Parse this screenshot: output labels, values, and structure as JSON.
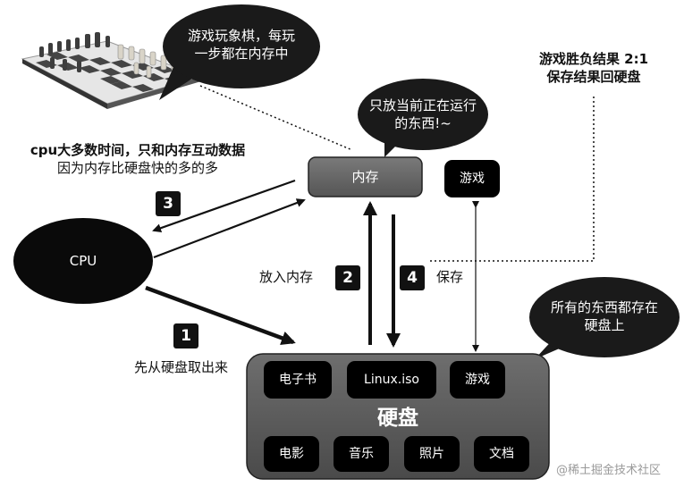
{
  "bubbles": {
    "chess": [
      "游戏玩象棋，每玩",
      "一步都在内存中"
    ],
    "memory_note": [
      "只放当前正在运行",
      "的东西!~"
    ],
    "disk_note": [
      "所有的东西都存在",
      "硬盘上"
    ]
  },
  "notes": {
    "game_result": [
      "游戏胜负结果 2:1",
      "保存结果回硬盘"
    ],
    "cpu_note": [
      "cpu大多数时间，只和内存互动数据",
      "因为内存比硬盘快的多的多"
    ]
  },
  "nodes": {
    "memory": "内存",
    "game_running": "游戏",
    "cpu": "CPU",
    "disk_title": "硬盘",
    "disk_items_top": [
      "电子书",
      "Linux.iso",
      "游戏"
    ],
    "disk_items_bottom": [
      "电影",
      "音乐",
      "照片",
      "文档"
    ]
  },
  "steps": {
    "s1": {
      "num": "1",
      "label": "先从硬盘取出来"
    },
    "s2": {
      "num": "2",
      "label": "放入内存"
    },
    "s3": {
      "num": "3"
    },
    "s4": {
      "num": "4",
      "label": "保存"
    }
  },
  "watermark": "@稀土掘金技术社区"
}
